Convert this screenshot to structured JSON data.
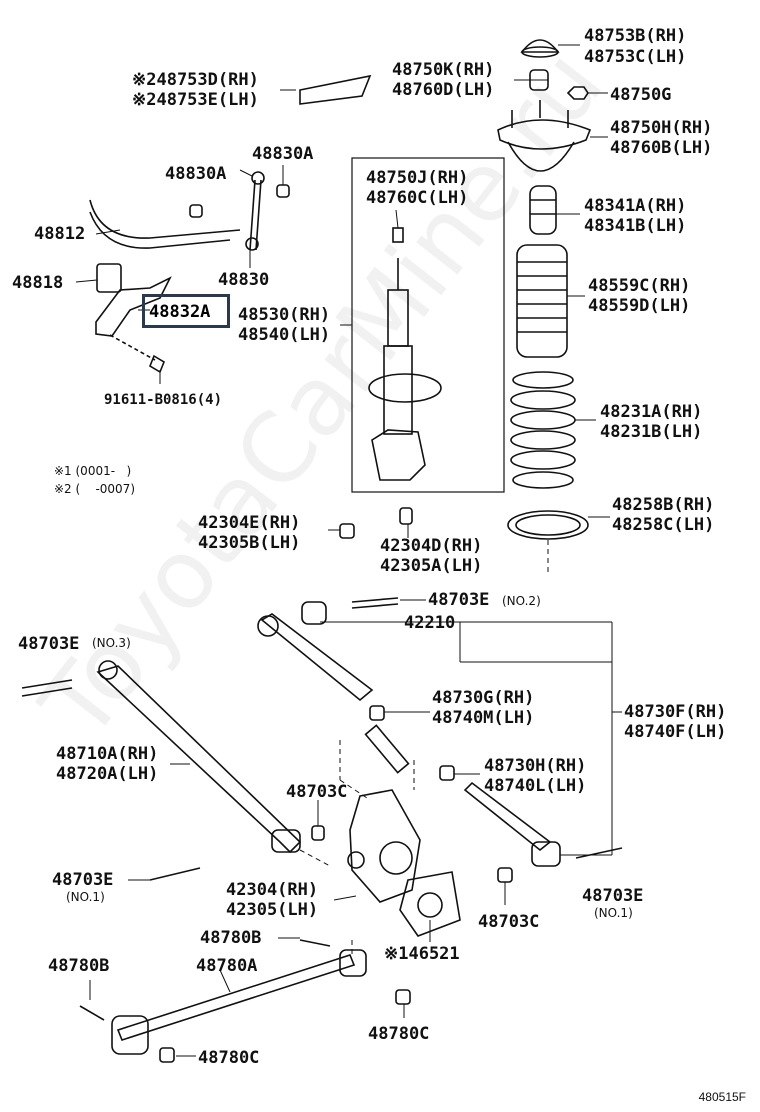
{
  "watermark": "ToyotaCarMine.ru",
  "selected_part": "48832A",
  "diagram_code": "480515F",
  "notes": [
    "※1 (0001-   )",
    "※2 (    -0007)"
  ],
  "labels": {
    "p48753B": "48753B(RH)",
    "p48753C": "48753C(LH)",
    "p48753D": "※248753D(RH)",
    "p48753E": "※248753E(LH)",
    "p48750K": "48750K(RH)",
    "p48760D": "48760D(LH)",
    "p48750G": "48750G",
    "p48750H": "48750H(RH)",
    "p48760B": "48760B(LH)",
    "p48830A": "48830A",
    "p48830A2": "48830A",
    "p48750J": "48750J(RH)",
    "p48760C": "48760C(LH)",
    "p48341A": "48341A(RH)",
    "p48341B": "48341B(LH)",
    "p48812": "48812",
    "p48830": "48830",
    "p48818": "48818",
    "p48530": "48530(RH)",
    "p48540": "48540(LH)",
    "p48559C": "48559C(RH)",
    "p48559D": "48559D(LH)",
    "p91611": "91611-B0816(4)",
    "p48231A": "48231A(RH)",
    "p48231B": "48231B(LH)",
    "p48258B": "48258B(RH)",
    "p48258C": "48258C(LH)",
    "p42304E": "42304E(RH)",
    "p42305B": "42305B(LH)",
    "p42304D": "42304D(RH)",
    "p42305A": "42305A(LH)",
    "p48703E2": "48703E",
    "no2": "(NO.2)",
    "p42210": "42210",
    "p48703E3": "48703E",
    "no3": "(NO.3)",
    "p48730G": "48730G(RH)",
    "p48740M": "48740M(LH)",
    "p48730F": "48730F(RH)",
    "p48740F": "48740F(LH)",
    "p48710A": "48710A(RH)",
    "p48720A": "48720A(LH)",
    "p48730H": "48730H(RH)",
    "p48740L": "48740L(LH)",
    "p48703C1": "48703C",
    "p48703E1L": "48703E",
    "no1L": "(NO.1)",
    "p42304": "42304(RH)",
    "p42305": "42305(LH)",
    "p48703C2": "48703C",
    "p48703E1R": "48703E",
    "no1R": "(NO.1)",
    "p48780B1": "48780B",
    "p48780B2": "48780B",
    "p46521": "※146521",
    "p48780A": "48780A",
    "p48780C1": "48780C",
    "p48780C2": "48780C"
  }
}
